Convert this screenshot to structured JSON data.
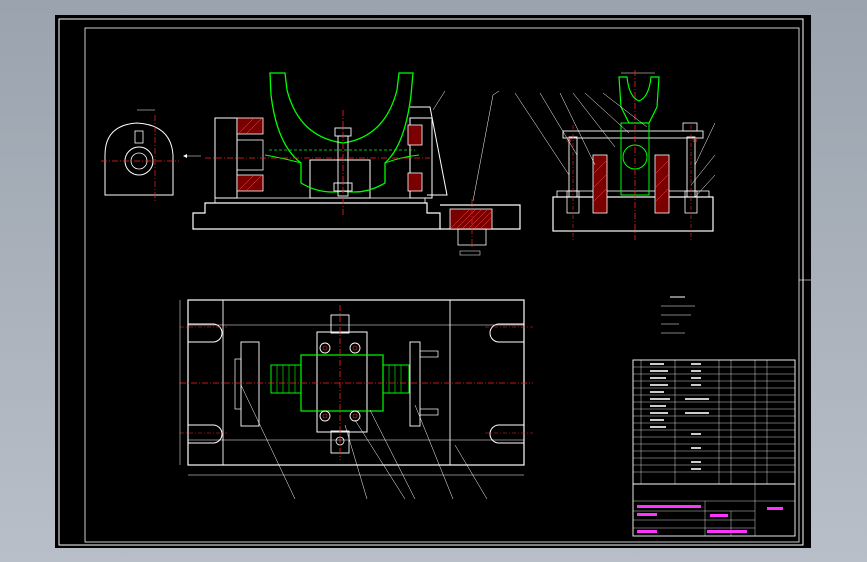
{
  "colors": {
    "background": "#000000",
    "outline": "#ffffff",
    "workpiece": "#00ff00",
    "centerline": "#ff2020",
    "title_text": "#ff33ff",
    "hatch": "#ff4444",
    "app_frame": "#a9b0bb"
  },
  "drawing": {
    "views": [
      "front-section-view",
      "side-view",
      "detail-view",
      "top-view"
    ]
  }
}
